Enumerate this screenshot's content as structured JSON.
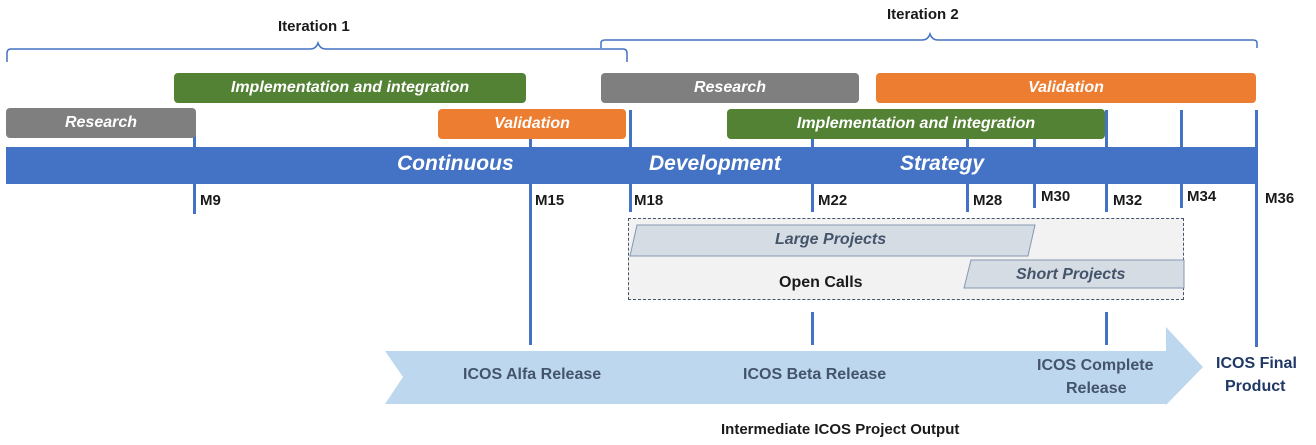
{
  "iterations": [
    {
      "label": "Iteration 1"
    },
    {
      "label": "Iteration 2"
    }
  ],
  "phases": {
    "research_1": "Research",
    "impl_1": "Implementation and integration",
    "validation_1": "Validation",
    "research_2": "Research",
    "validation_2": "Validation",
    "impl_2": "Implementation and integration"
  },
  "band": {
    "word1": "Continuous",
    "word2": "Development",
    "word3": "Strategy"
  },
  "milestones": [
    "M9",
    "M15",
    "M18",
    "M22",
    "M28",
    "M30",
    "M32",
    "M34",
    "M36"
  ],
  "open_calls": {
    "large": "Large Projects",
    "label": "Open Calls",
    "short": "Short Projects"
  },
  "releases": {
    "alfa": "ICOS Alfa Release",
    "beta": "ICOS Beta Release",
    "complete_line1": "ICOS Complete",
    "complete_line2": "Release",
    "final_line1": "ICOS Final",
    "final_line2": "Product"
  },
  "arrow_caption": "Intermediate ICOS Project Output",
  "colors": {
    "blue": "#4472c4",
    "gray": "#7f7f7f",
    "green": "#548235",
    "orange": "#ed7d31",
    "light_blue_arrow": "#bdd7ee"
  }
}
